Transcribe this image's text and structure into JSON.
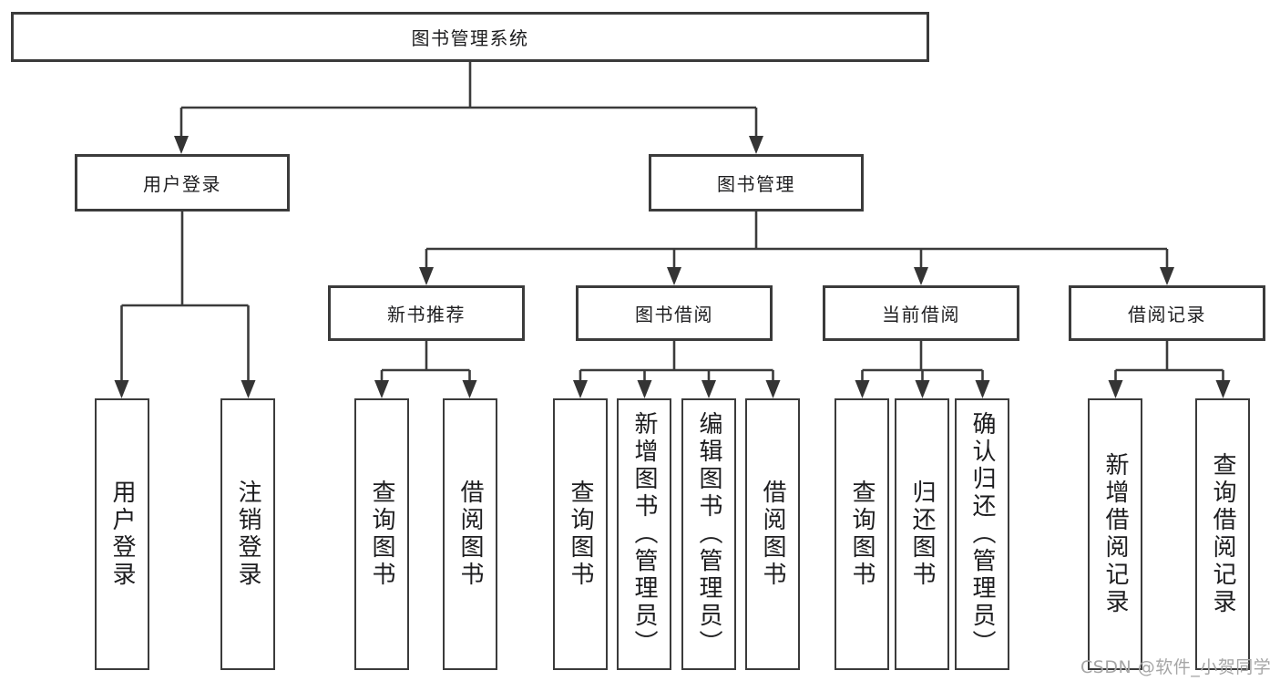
{
  "diagram": {
    "type": "hierarchy-tree",
    "nodes": {
      "root": {
        "label": "图书管理系统"
      },
      "level2": [
        {
          "id": "user-login",
          "label": "用户登录"
        },
        {
          "id": "book-management",
          "label": "图书管理"
        }
      ],
      "level3": [
        {
          "id": "new-book-recommend",
          "label": "新书推荐",
          "parent": "图书管理"
        },
        {
          "id": "book-borrow",
          "label": "图书借阅",
          "parent": "图书管理"
        },
        {
          "id": "current-borrow",
          "label": "当前借阅",
          "parent": "图书管理"
        },
        {
          "id": "borrow-records",
          "label": "借阅记录",
          "parent": "图书管理"
        }
      ],
      "leaves": [
        {
          "label": "用户登录",
          "parent": "用户登录"
        },
        {
          "label": "注销登录",
          "parent": "用户登录"
        },
        {
          "label": "查询图书",
          "parent": "新书推荐"
        },
        {
          "label": "借阅图书",
          "parent": "新书推荐"
        },
        {
          "label": "查询图书",
          "parent": "图书借阅"
        },
        {
          "label": "新增图书（管理员）",
          "parent": "图书借阅"
        },
        {
          "label": "编辑图书（管理员）",
          "parent": "图书借阅"
        },
        {
          "label": "借阅图书",
          "parent": "图书借阅"
        },
        {
          "label": "查询图书",
          "parent": "当前借阅"
        },
        {
          "label": "归还图书",
          "parent": "当前借阅"
        },
        {
          "label": "确认归还（管理员）",
          "parent": "当前借阅"
        },
        {
          "label": "新增借阅记录",
          "parent": "借阅记录"
        },
        {
          "label": "查询借阅记录",
          "parent": "借阅记录"
        }
      ]
    },
    "colors": {
      "line": "#3b3b3b",
      "arrowhead": "#343434",
      "text": "#1d1d1f",
      "box_background": "#ffffff",
      "watermark": "#a6a6a6",
      "page_background": "#ffffff"
    }
  },
  "watermark": {
    "text": "CSDN @软件_小贺同学"
  }
}
